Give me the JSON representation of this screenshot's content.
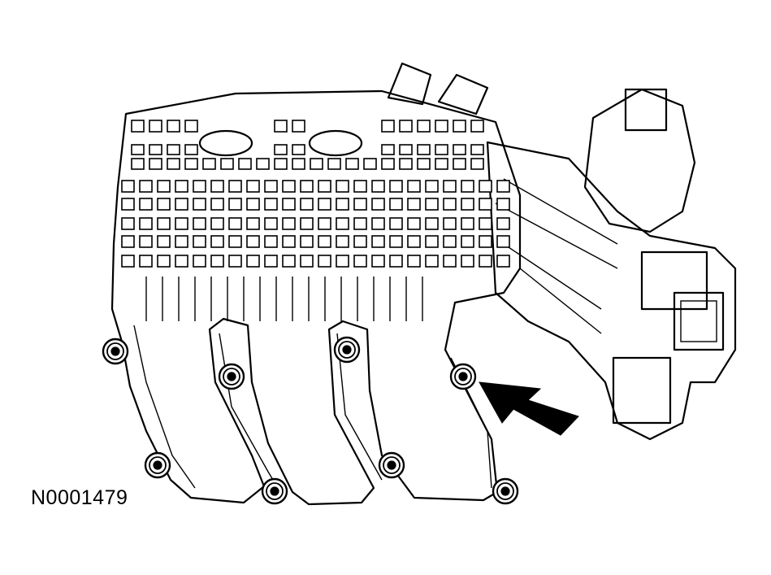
{
  "figure": {
    "reference_id": "N0001479",
    "subject_icon": "intake-manifold-illustration",
    "pointer_icon": "arrow-pointer-icon",
    "fastener_count": 8,
    "colors": {
      "line": "#000000",
      "background": "#ffffff",
      "fill": "#ffffff"
    }
  }
}
